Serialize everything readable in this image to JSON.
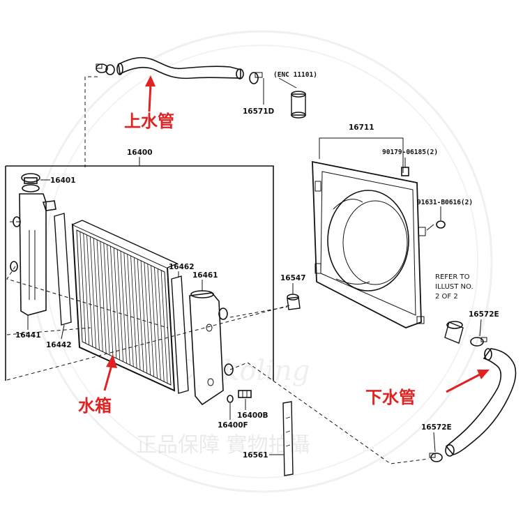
{
  "parts": {
    "p16400": "16400",
    "p16401": "16401",
    "p16441": "16441",
    "p16442": "16442",
    "p16462": "16462",
    "p16461": "16461",
    "p16547": "16547",
    "p16400B": "16400B",
    "p16400F": "16400F",
    "p16561": "16561",
    "p16711": "16711",
    "p16571D": "16571D",
    "p16572E_a": "16572E",
    "p16572E_b": "16572E",
    "ref_enc": "(ENC 11101)",
    "ref_90179": "90179-06185(2)",
    "ref_91631": "91631-B0616(2)"
  },
  "note": {
    "line1": "REFER TO",
    "line2": "ILLUST NO.",
    "line3": "2 OF 2"
  },
  "callouts": {
    "upper_hose": "上水管",
    "radiator": "水箱",
    "lower_hose": "下水管",
    "color": "#e02222"
  },
  "watermark": {
    "line1": "正品保障 實物拍攝",
    "script": "Chikoling"
  }
}
